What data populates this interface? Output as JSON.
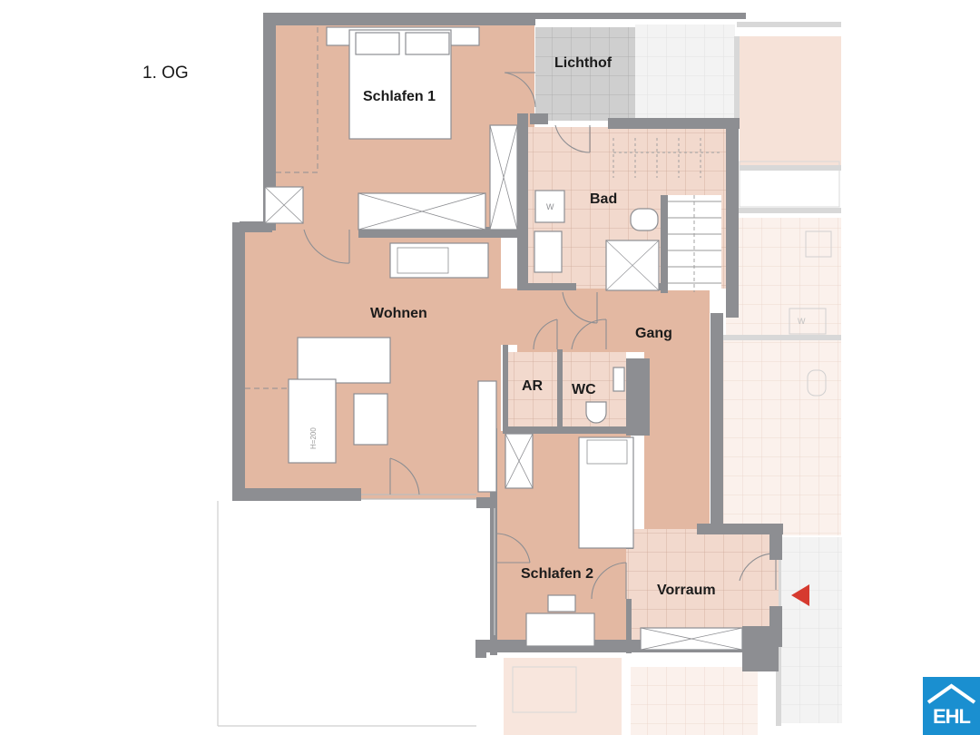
{
  "floor": {
    "label": "1. OG"
  },
  "rooms": {
    "schlafen1": "Schlafen 1",
    "lichthof": "Lichthof",
    "bad": "Bad",
    "wohnen": "Wohnen",
    "gang": "Gang",
    "ar": "AR",
    "wc": "WC",
    "schlafen2": "Schlafen 2",
    "vorraum": "Vorraum"
  },
  "fixtures": {
    "washer_w1": "W",
    "washer_w2": "W",
    "sofa_height_note": "H=200"
  },
  "logo": {
    "text": "EHL"
  },
  "colors": {
    "wall": "#8d8e92",
    "floor_wood": "#e3b8a2",
    "floor_tile": "#f2d9cd",
    "lichthof": "#d0d0d0",
    "entry_arrow": "#d63a2f",
    "logo_blue": "#1a8fd0"
  },
  "icons": {
    "entry": "triangle-left-icon",
    "logo_mark": "house-roof-icon"
  }
}
